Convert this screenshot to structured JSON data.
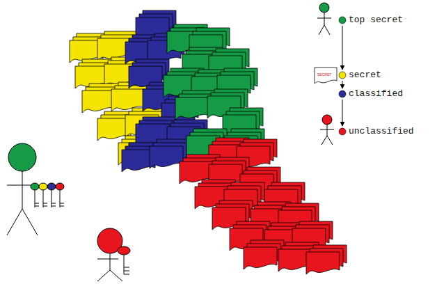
{
  "diagram": {
    "nodes": [
      {
        "text": [
          "top secret"
        ]
      },
      {
        "text": [
          "secret"
        ]
      },
      {
        "text": [
          "classified"
        ]
      },
      {
        "text": [
          "unclassified"
        ]
      }
    ],
    "edges": [
      {
        "from": 0,
        "to": 1,
        "arrow": "to"
      },
      {
        "from": 1,
        "to": 2,
        "arrow": "to"
      },
      {
        "from": 2,
        "to": 3,
        "arrow": "to"
      }
    ],
    "labels": [
      "SECRET"
    ]
  }
}
